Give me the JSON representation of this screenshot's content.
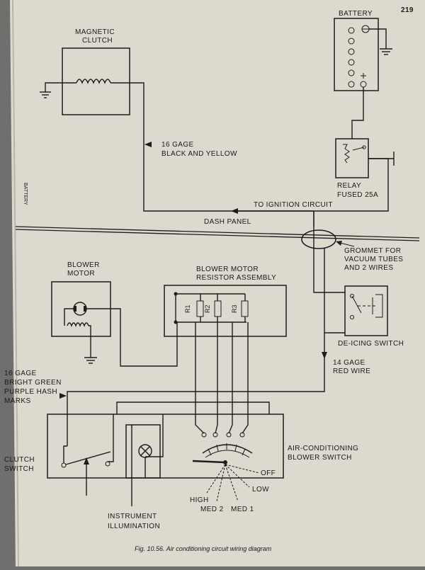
{
  "page_number": "219",
  "side_label": "BATTERY",
  "components": {
    "battery": "BATTERY",
    "magnetic_clutch": [
      "MAGNETIC",
      "CLUTCH"
    ],
    "relay": [
      "RELAY",
      "FUSED 25A"
    ],
    "blower_motor": [
      "BLOWER",
      "MOTOR"
    ],
    "resistor_assembly": [
      "BLOWER MOTOR",
      "RESISTOR ASSEMBLY"
    ],
    "resistors": [
      "R1",
      "R2",
      "R3"
    ],
    "de_icing_switch": "DE-ICING SWITCH",
    "clutch_switch": [
      "CLUTCH",
      "SWITCH"
    ],
    "ac_blower_switch": [
      "AIR-CONDITIONING",
      "BLOWER SWITCH"
    ],
    "instrument_illumination": [
      "INSTRUMENT",
      "ILLUMINATION"
    ]
  },
  "wire_labels": {
    "gage16_black_yellow": [
      "16 GAGE",
      "BLACK AND YELLOW"
    ],
    "to_ignition": "TO IGNITION CIRCUIT",
    "dash_panel": "DASH PANEL",
    "grommet": [
      "GROMMET FOR",
      "VACUUM TUBES",
      "AND 2 WIRES"
    ],
    "gage14_red": [
      "14 GAGE",
      "RED WIRE"
    ],
    "gage16_green": [
      "16 GAGE",
      "BRIGHT GREEN",
      "PURPLE HASH",
      "MARKS"
    ]
  },
  "switch_positions": {
    "off": "OFF",
    "low": "LOW",
    "med1": "MED 1",
    "med2": "MED 2",
    "high": "HIGH"
  },
  "caption": "Fig. 10.56. Air conditioning circuit wiring diagram",
  "colors": {
    "paper": "#dcd9ce",
    "ink": "#1c1c1c",
    "background": "#6f6f6d"
  }
}
